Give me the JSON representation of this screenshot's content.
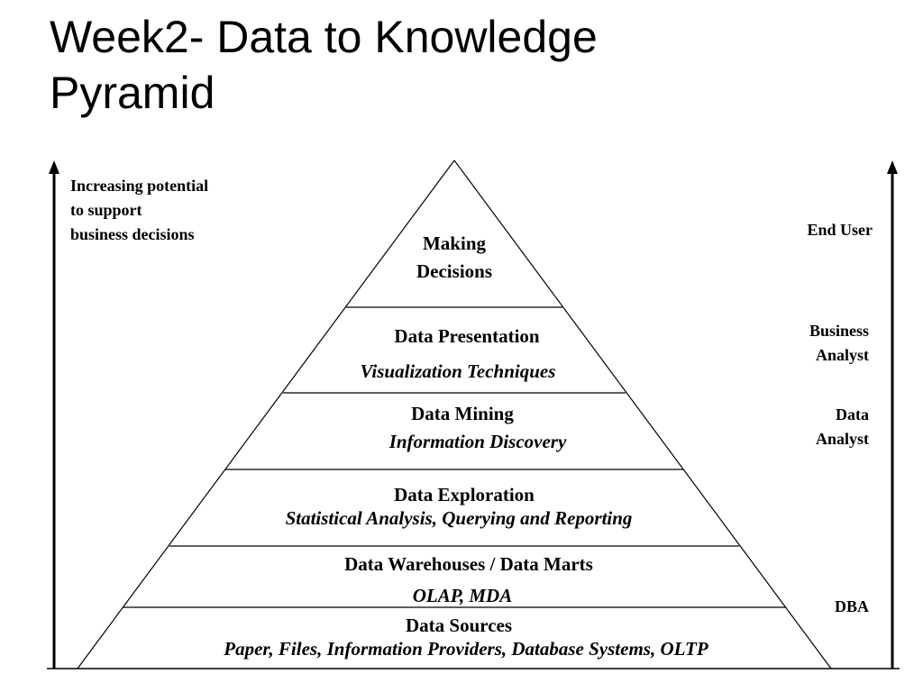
{
  "title": {
    "line1": "Week2- Data to Knowledge",
    "line2": "Pyramid"
  },
  "left_axis": {
    "caption_lines": [
      "Increasing potential",
      "to support",
      "business decisions"
    ]
  },
  "pyramid_layers": [
    {
      "title_lines": [
        "Making",
        "Decisions"
      ],
      "subtitle": ""
    },
    {
      "title": "Data Presentation",
      "subtitle": "Visualization Techniques"
    },
    {
      "title": "Data Mining",
      "subtitle": "Information Discovery"
    },
    {
      "title": "Data Exploration",
      "subtitle": "Statistical Analysis, Querying and Reporting"
    },
    {
      "title": "Data Warehouses / Data Marts",
      "subtitle": "OLAP, MDA"
    },
    {
      "title": "Data Sources",
      "subtitle": "Paper, Files, Information Providers, Database Systems, OLTP"
    }
  ],
  "roles": {
    "end_user": "End User",
    "business_analyst_lines": [
      "Business",
      "Analyst"
    ],
    "data_analyst_lines": [
      "Data",
      "Analyst"
    ],
    "dba": "DBA"
  },
  "colors": {
    "text": "#000000",
    "line": "#000000",
    "background": "#ffffff"
  }
}
